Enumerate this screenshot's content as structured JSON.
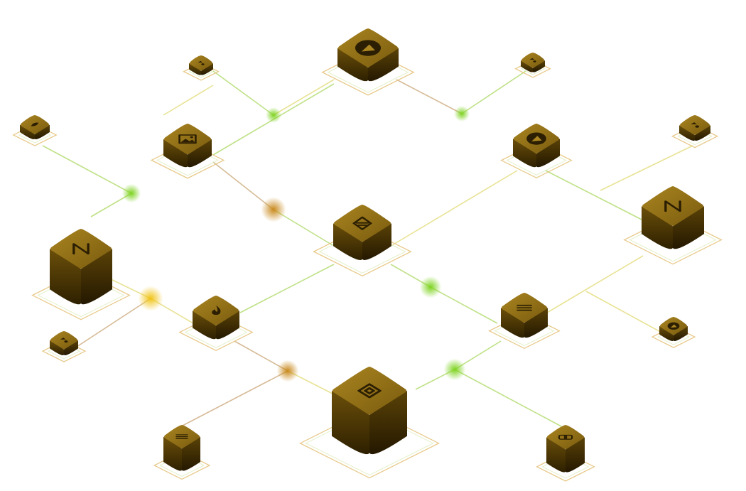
{
  "colors": {
    "background": "#ffffff",
    "cube_top": "#8a6a12",
    "cube_top_light": "#a07c1a",
    "cube_side": "#5e4508",
    "cube_side_dark": "#2e2000",
    "glyph": "#2b1e02",
    "line_green": "#b8de7a",
    "line_brown": "#d2b48c",
    "line_yellow": "#e6e08a",
    "glow_green": "#7ed321",
    "glow_orange": "#c98a1e"
  },
  "nodes": [
    {
      "id": "top-center",
      "icon": "arrow-circle-icon"
    },
    {
      "id": "top-left-small",
      "icon": "shapes-icon"
    },
    {
      "id": "top-right-small",
      "icon": "shapes-icon"
    },
    {
      "id": "far-left-small",
      "icon": "leaf-icon"
    },
    {
      "id": "image",
      "icon": "image-icon"
    },
    {
      "id": "right-arrow",
      "icon": "arrow-circle-icon"
    },
    {
      "id": "far-right-small",
      "icon": "shapes-icon"
    },
    {
      "id": "center",
      "icon": "diamond-stack-icon"
    },
    {
      "id": "left-tall",
      "icon": "n-logo-icon"
    },
    {
      "id": "right-large",
      "icon": "n-logo-icon"
    },
    {
      "id": "flame",
      "icon": "flame-icon"
    },
    {
      "id": "menu",
      "icon": "menu-lines-icon"
    },
    {
      "id": "bottom-left-small",
      "icon": "shapes-icon"
    },
    {
      "id": "bottom-right-small",
      "icon": "arrow-circle-icon"
    },
    {
      "id": "bottom-center",
      "icon": "bnb-icon"
    },
    {
      "id": "bottom-left-tall",
      "icon": "menu-lines-icon"
    },
    {
      "id": "bottom-right-tall",
      "icon": "link-icon"
    }
  ]
}
